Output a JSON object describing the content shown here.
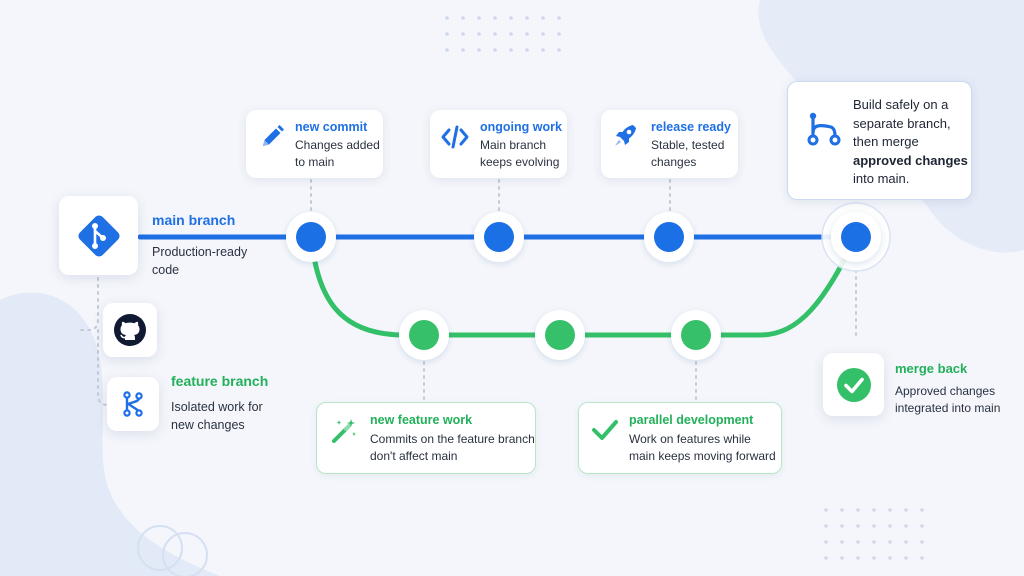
{
  "main_branch": {
    "title": "main branch",
    "desc_lines": [
      "Production-ready",
      "code"
    ]
  },
  "feature_branch": {
    "title": "feature branch",
    "desc_lines": [
      "Isolated work for",
      "new changes"
    ]
  },
  "top_callouts": [
    {
      "title": "new commit",
      "icon": "pencil-icon",
      "desc_lines": [
        "Changes added",
        "to main"
      ]
    },
    {
      "title": "ongoing work",
      "icon": "code-icon",
      "desc_lines": [
        "Main branch",
        "keeps evolving"
      ]
    },
    {
      "title": "release ready",
      "icon": "rocket-icon",
      "desc_lines": [
        "Stable, tested",
        "changes"
      ]
    }
  ],
  "bottom_callouts": [
    {
      "title": "new feature work",
      "icon": "magic-wand-icon",
      "desc_lines": [
        "Commits on the feature branch",
        "don't affect main"
      ]
    },
    {
      "title": "parallel development",
      "icon": "checkmark-icon",
      "desc_lines": [
        "Work on features while",
        "main keeps moving forward"
      ]
    }
  ],
  "merge_back": {
    "title": "merge back",
    "icon": "check-circle-icon",
    "desc_lines": [
      "Approved changes",
      "integrated into main"
    ]
  },
  "info_card": {
    "icon": "branch-icon",
    "line1": "Build safely on a",
    "line2": "separate branch,",
    "line3": "then merge",
    "line4_bold": "approved changes",
    "line5": "into main."
  },
  "icons": {
    "main_tile": "git-logo-icon",
    "github_tile": "github-icon",
    "feature_tile": "branch-icon"
  },
  "colors": {
    "main_branch": "#1f6fe5",
    "feature_branch": "#34c069",
    "background": "#f4f6fb"
  }
}
